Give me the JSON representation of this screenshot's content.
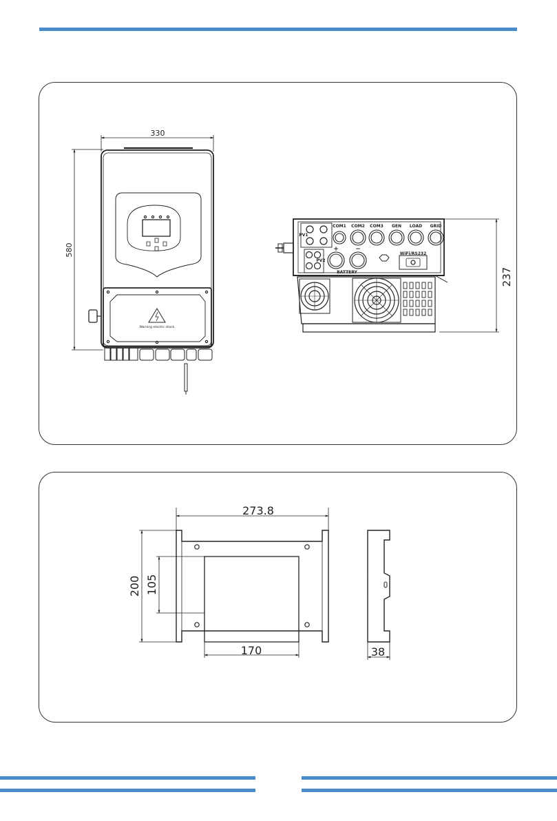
{
  "header": {
    "accent_color": "#4a8ac8"
  },
  "panel_top": {
    "front_view": {
      "width_dim": "330",
      "height_dim": "580",
      "warning_label": "Warning electric shock"
    },
    "bottom_view": {
      "height_dim": "237",
      "terminals": [
        "COM1",
        "COM2",
        "COM3",
        "GEN",
        "LOAD",
        "GRID"
      ],
      "pv1": "PV1",
      "pv2": "PV2",
      "wifi_label": "WiFi/RS232",
      "battery_label": "BATTERY",
      "plus": "+",
      "minus": "−"
    }
  },
  "panel_bottom": {
    "bracket_front": {
      "width_dim": "273.8",
      "height_dim": "200",
      "inner_height_dim": "105",
      "inner_width_dim": "170"
    },
    "bracket_side": {
      "depth_dim": "38"
    }
  },
  "footer": {
    "accent_color": "#4a8ac8"
  }
}
